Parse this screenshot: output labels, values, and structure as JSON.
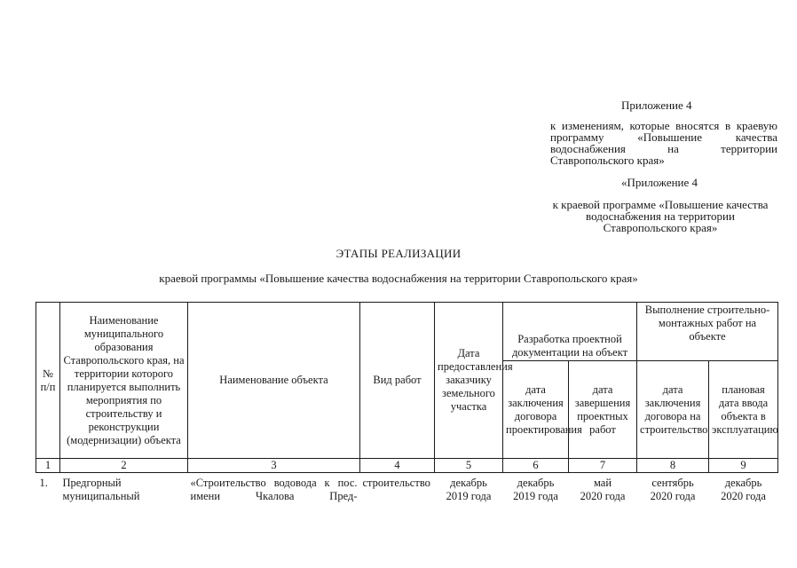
{
  "appendix": {
    "title": "Приложение 4",
    "text": "к изменениям, которые вносятся в краевую программу «Повышение качества водоснабжения на территории Ставропольского края»"
  },
  "prev_appendix": {
    "title": "«Приложение 4",
    "text": "к краевой программе «Повышение качества водоснабжения на территории Ставропольского края»"
  },
  "document": {
    "title": "ЭТАПЫ РЕАЛИЗАЦИИ",
    "subtitle": "краевой программы «Повышение качества водоснабжения на территории Ставропольского края»"
  },
  "table": {
    "headers": {
      "num": "№ п/п",
      "municipality": "Наименование муниципального образования Ставропольского края, на территории которого планируется выполнить мероприятия по строительству и реконструкции (модернизации) объекта",
      "object": "Наименование объекта",
      "work_type": "Вид работ",
      "land_date": "Дата предоставления заказчику земельного участка",
      "design_group": "Разработка проектной документации на объект",
      "construction_group": "Выполнение строительно-монтажных работ на объекте",
      "design_contract": "дата заключения договора проектирования",
      "design_end": "дата завершения проектных работ",
      "construction_contract": "дата заключения договора на строительство",
      "commissioning": "плановая дата ввода объекта в эксплуатацию"
    },
    "column_numbers": [
      "1",
      "2",
      "3",
      "4",
      "5",
      "6",
      "7",
      "8",
      "9"
    ],
    "rows": [
      {
        "num": "1.",
        "municipality": "Предгорный муниципальный",
        "object": "«Строительство водовода к пос. имени Чкалова Пред-",
        "work_type": "строительство",
        "land_date": [
          "декабрь",
          "2019 года"
        ],
        "design_contract": [
          "декабрь",
          "2019 года"
        ],
        "design_end": [
          "май",
          "2020 года"
        ],
        "construction_contract": [
          "сентябрь",
          "2020 года"
        ],
        "commissioning": [
          "декабрь",
          "2020 года"
        ]
      }
    ]
  }
}
